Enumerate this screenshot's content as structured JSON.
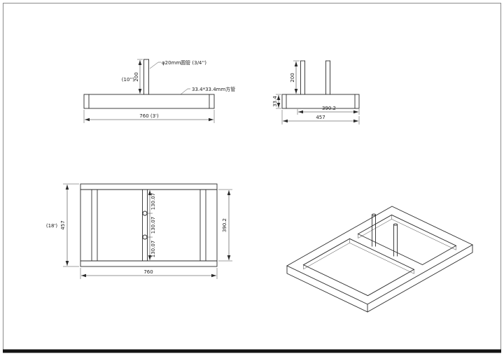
{
  "sheet": {
    "line_color": "#2b2b2b",
    "background": "#ffffff"
  },
  "front_view": {
    "pipe_label": "φ20mm圆管 (3/4'')",
    "height_note": "(10'')",
    "pipe_height": "200",
    "tube_label": "33.4*33.4mm方管",
    "width_dim": "760 (3')"
  },
  "side_view": {
    "pipe_height": "200",
    "tube_size": "33.4",
    "pipe_span": "390.2",
    "width_dim": "457"
  },
  "plan_view": {
    "depth_dim": "457",
    "depth_note": "(18')",
    "hole_spacing_1": "130.07",
    "hole_spacing_2": "130.07",
    "hole_spacing_3": "130.07",
    "inner_span": "390.2",
    "width_dim": "760"
  }
}
